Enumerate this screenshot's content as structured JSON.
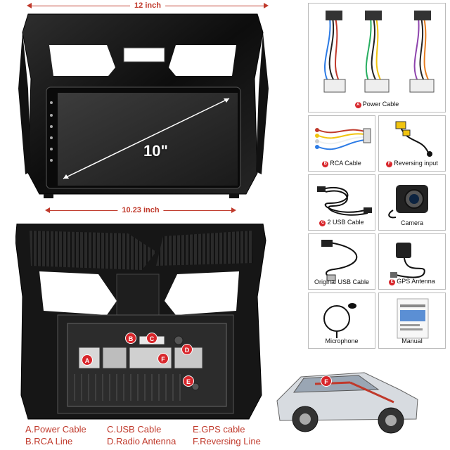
{
  "dimensions": {
    "width_total": "12 inch",
    "width_screen": "10.23 inch",
    "screen_size": "10\""
  },
  "markers": {
    "A": "A",
    "B": "B",
    "C": "C",
    "D": "D",
    "E": "E",
    "F": "F"
  },
  "legend": {
    "a": "A.Power Cable",
    "b": "B.RCA Line",
    "c": "C.USB Cable",
    "d": "D.Radio Antenna",
    "e": "E.GPS cable",
    "f": "F.Reversing Line"
  },
  "accessories": {
    "power_cable": {
      "badge": "A",
      "label": "Power Cable"
    },
    "rca_cable": {
      "badge": "B",
      "label": "RCA Cable"
    },
    "reversing_input": {
      "badge": "F",
      "label": "Reversing input"
    },
    "usb_cable": {
      "badge": "C",
      "label": "2 USB Cable"
    },
    "camera": {
      "label": "Camera"
    },
    "original_usb": {
      "label": "Original USB Cable"
    },
    "gps": {
      "badge": "E",
      "label": "GPS Antenna"
    },
    "microphone": {
      "label": "Microphone"
    },
    "manual": {
      "label": "Manual"
    }
  },
  "colors": {
    "accent": "#d8262b",
    "dimension": "#c0392b",
    "frame": "#1a1a1a"
  }
}
